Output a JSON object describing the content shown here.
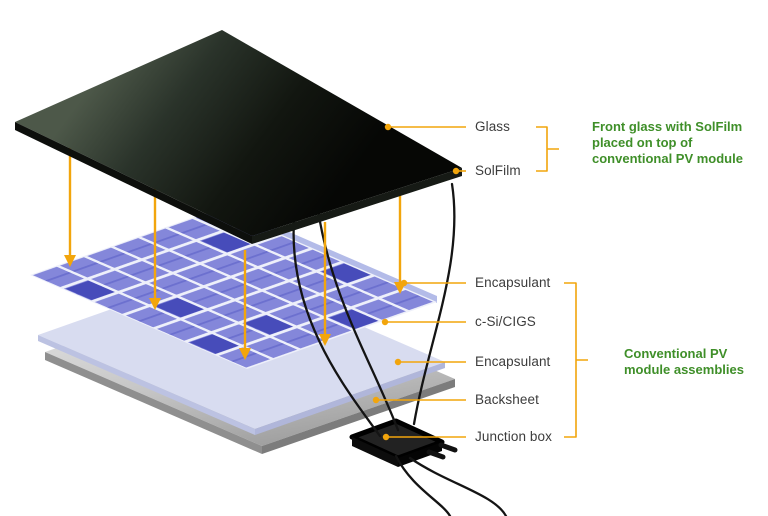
{
  "diagram": {
    "subject": "Exploded view of a photovoltaic module with SolFilm front glass",
    "layers": [
      {
        "label": "Glass"
      },
      {
        "label": "SolFilm"
      },
      {
        "label": "Encapsulant"
      },
      {
        "label": "c-Si/CIGS"
      },
      {
        "label": "Encapsulant"
      },
      {
        "label": "Backsheet"
      },
      {
        "label": "Junction box"
      }
    ],
    "annotations": [
      {
        "text": "Front glass with SolFilm\nplaced on top of\nconventional PV module"
      },
      {
        "text": "Conventional PV\nmodule assemblies"
      }
    ],
    "colors": {
      "leader_orange": "#F2A50C",
      "annotation_green": "#3F8F29",
      "label_gray": "#3C3C3C",
      "cell_purple": "#8487DA",
      "cell_dark_blue": "#474CBA",
      "backsheet_gray": "#C9C9C9",
      "glass_dark": "#10150F"
    }
  }
}
